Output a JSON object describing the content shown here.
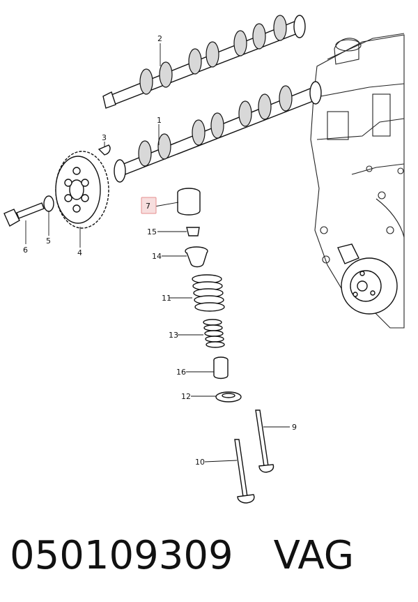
{
  "callouts": {
    "c1": "1",
    "c2": "2",
    "c3": "3",
    "c4": "4",
    "c5": "5",
    "c6": "6",
    "c7": "7",
    "c9": "9",
    "c10": "10",
    "c11": "11",
    "c12": "12",
    "c13": "13",
    "c14": "14",
    "c15": "15",
    "c16": "16"
  },
  "highlighted_callout": "7",
  "colors": {
    "highlight_fill": "#f7dede",
    "highlight_stroke": "#e58f8f"
  },
  "footer": {
    "part_number": "050109309",
    "brand": "VAG"
  }
}
